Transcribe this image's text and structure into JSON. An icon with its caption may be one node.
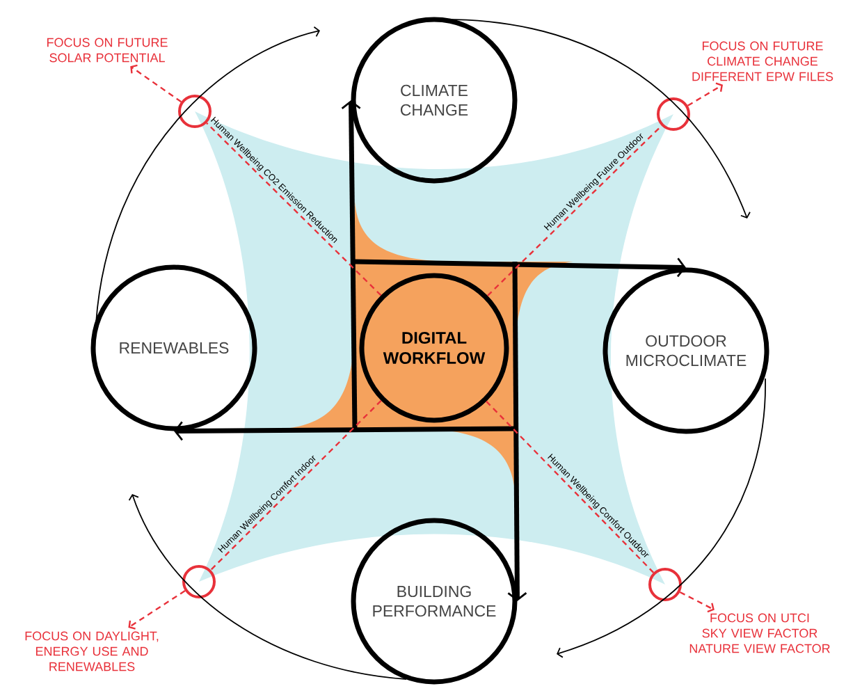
{
  "diagram": {
    "nodes": [
      {
        "text": [
          "FOCUS ON FUTURE SOLAR POTENTIAL"
        ]
      },
      {
        "text": [
          "CLIMATE CHANGE"
        ]
      },
      {
        "text": [
          "FOCUS ON FUTURE CLIMATE CHANGE DIFFERENT EPW FILES"
        ]
      },
      {
        "text": [],
        "shape": "circle"
      },
      {
        "text": [],
        "shape": "circle"
      },
      {
        "text": [
          "RENEWABLES"
        ]
      },
      {
        "text": [
          "DIGITAL WORKFLOW"
        ]
      },
      {
        "text": [
          "OUTDOOR MICROCLIMATE"
        ]
      },
      {
        "text": [],
        "shape": "circle"
      },
      {
        "text": [],
        "shape": "circle"
      },
      {
        "text": [
          "BUILDING PERFORMANCE"
        ]
      },
      {
        "text": [
          "FOCUS ON DAYLIGHT, ENERGY USE AND RENEWABLES"
        ]
      },
      {
        "text": [
          "FOCUS ON UTCI SKY VIEW FACTOR NATURE VIEW FACTOR"
        ]
      }
    ],
    "edges": [
      {
        "from": 6,
        "to": 1,
        "arrow": "to",
        "style": "thick"
      },
      {
        "from": 6,
        "to": 7,
        "arrow": "to",
        "style": "thick"
      },
      {
        "from": 6,
        "to": 10,
        "arrow": "to",
        "style": "thick"
      },
      {
        "from": 6,
        "to": 5,
        "arrow": "to",
        "style": "thick"
      },
      {
        "from": 5,
        "to": null,
        "arrow": "to"
      },
      {
        "from": 1,
        "to": null,
        "arrow": "to"
      },
      {
        "from": 7,
        "to": null,
        "arrow": "to"
      },
      {
        "from": 10,
        "to": null,
        "arrow": "to"
      },
      {
        "from": 6,
        "to": 3,
        "arrow": "none",
        "style": "dashed",
        "color": "#e8313a",
        "label": "Human Wellbeing CO2 Emission Reduction"
      },
      {
        "from": 6,
        "to": 4,
        "arrow": "none",
        "style": "dashed",
        "color": "#e8313a",
        "label": "Human Wellbeing Future Outdoor"
      },
      {
        "from": 6,
        "to": 9,
        "arrow": "none",
        "style": "dashed",
        "color": "#e8313a",
        "label": "Human Wellbeing Comfort Outdoor"
      },
      {
        "from": 6,
        "to": 8,
        "arrow": "none",
        "style": "dashed",
        "color": "#e8313a",
        "label": "Human Wellbeing Comfort Indoor"
      },
      {
        "from": 3,
        "to": 0,
        "arrow": "to",
        "style": "dashed",
        "color": "#e8313a"
      },
      {
        "from": 4,
        "to": 2,
        "arrow": "to",
        "style": "dashed",
        "color": "#e8313a"
      },
      {
        "from": 9,
        "to": 12,
        "arrow": "to",
        "style": "dashed",
        "color": "#e8313a"
      },
      {
        "from": 8,
        "to": 11,
        "arrow": "to",
        "style": "dashed",
        "color": "#e8313a"
      }
    ]
  }
}
